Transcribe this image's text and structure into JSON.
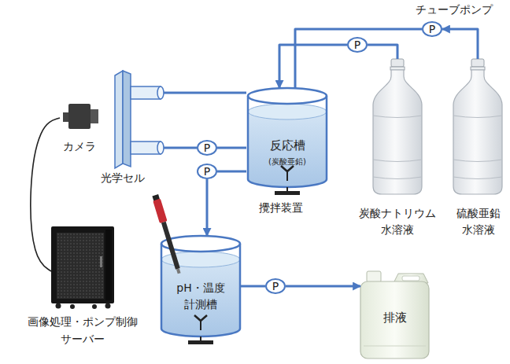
{
  "diagram": {
    "nodes": [
      {
        "text": [
          "カメラ"
        ]
      },
      {
        "text": [
          "光学セル"
        ]
      },
      {
        "text": [
          "反応槽",
          "(炭酸亜鉛)"
        ]
      },
      {
        "text": [
          "P"
        ]
      },
      {
        "text": [
          "P"
        ]
      },
      {
        "text": [
          "炭酸ナトリウム 水溶液"
        ]
      },
      {
        "text": [
          "硫酸亜鉛 水溶液"
        ]
      },
      {
        "text": [
          "P"
        ]
      },
      {
        "text": [
          "P"
        ]
      },
      {
        "text": [
          "pH・温度 計測槽"
        ]
      },
      {
        "text": [
          "P"
        ]
      },
      {
        "text": [
          "画像処理・ポンプ制御 サーバー"
        ]
      },
      {
        "text": [
          "排液"
        ]
      }
    ],
    "edges": [
      {
        "from": 0,
        "to": 11,
        "arrow": "none"
      },
      {
        "from": 6,
        "to": 3,
        "arrow": "to"
      },
      {
        "from": 3,
        "to": 2,
        "arrow": "none"
      },
      {
        "from": 5,
        "to": 4,
        "arrow": "none"
      },
      {
        "from": 4,
        "to": 2,
        "arrow": "to"
      },
      {
        "from": 1,
        "to": 2,
        "arrow": "none"
      },
      {
        "from": 1,
        "to": 7,
        "arrow": "none"
      },
      {
        "from": 7,
        "to": 2,
        "arrow": "none"
      },
      {
        "from": 2,
        "to": 8,
        "arrow": "none"
      },
      {
        "from": 8,
        "to": 9,
        "arrow": "to"
      },
      {
        "from": 9,
        "to": 10,
        "arrow": "none"
      },
      {
        "from": 10,
        "to": 12,
        "arrow": "to"
      }
    ],
    "labels": [
      "チューブポンプ",
      "攪拌装置"
    ]
  }
}
